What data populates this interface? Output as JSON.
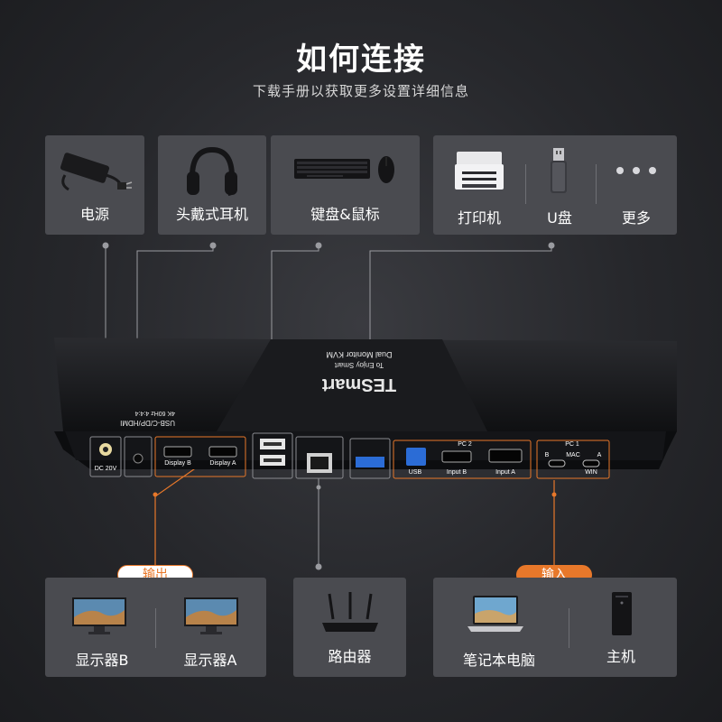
{
  "header": {
    "title": "如何连接",
    "subtitle": "下载手册以获取更多设置详细信息"
  },
  "top_cards": {
    "power": "电源",
    "headset": "头戴式耳机",
    "keyboard_mouse": "键盘&鼠标",
    "printer": "打印机",
    "udisk": "U盘",
    "more": "更多"
  },
  "bottom_cards": {
    "monitor_b": "显示器B",
    "monitor_a": "显示器A",
    "router": "路由器",
    "laptop": "笔记本电脑",
    "host": "主机"
  },
  "tags": {
    "output": "输出",
    "input": "输入"
  },
  "device": {
    "brand": "TESmart",
    "slogan": "To Enjoy Smart",
    "model": "Dual Monitor KVM",
    "spec_line1": "USB-C/DP/HDMI",
    "spec_line2": "4K 60Hz 4:4:4",
    "dc_label": "DC 20V",
    "display_b": "Display B",
    "display_a": "Display A",
    "usb": "USB",
    "input_b": "Input B",
    "input_a": "Input A",
    "pc2": "PC 2",
    "pc1": "PC 1",
    "mac": "MAC",
    "win": "WIN",
    "port_b": "B",
    "port_a": "A"
  },
  "colors": {
    "accent": "#e8782a",
    "card_bg": "#4a4b50",
    "line": "#9a9ba0"
  }
}
